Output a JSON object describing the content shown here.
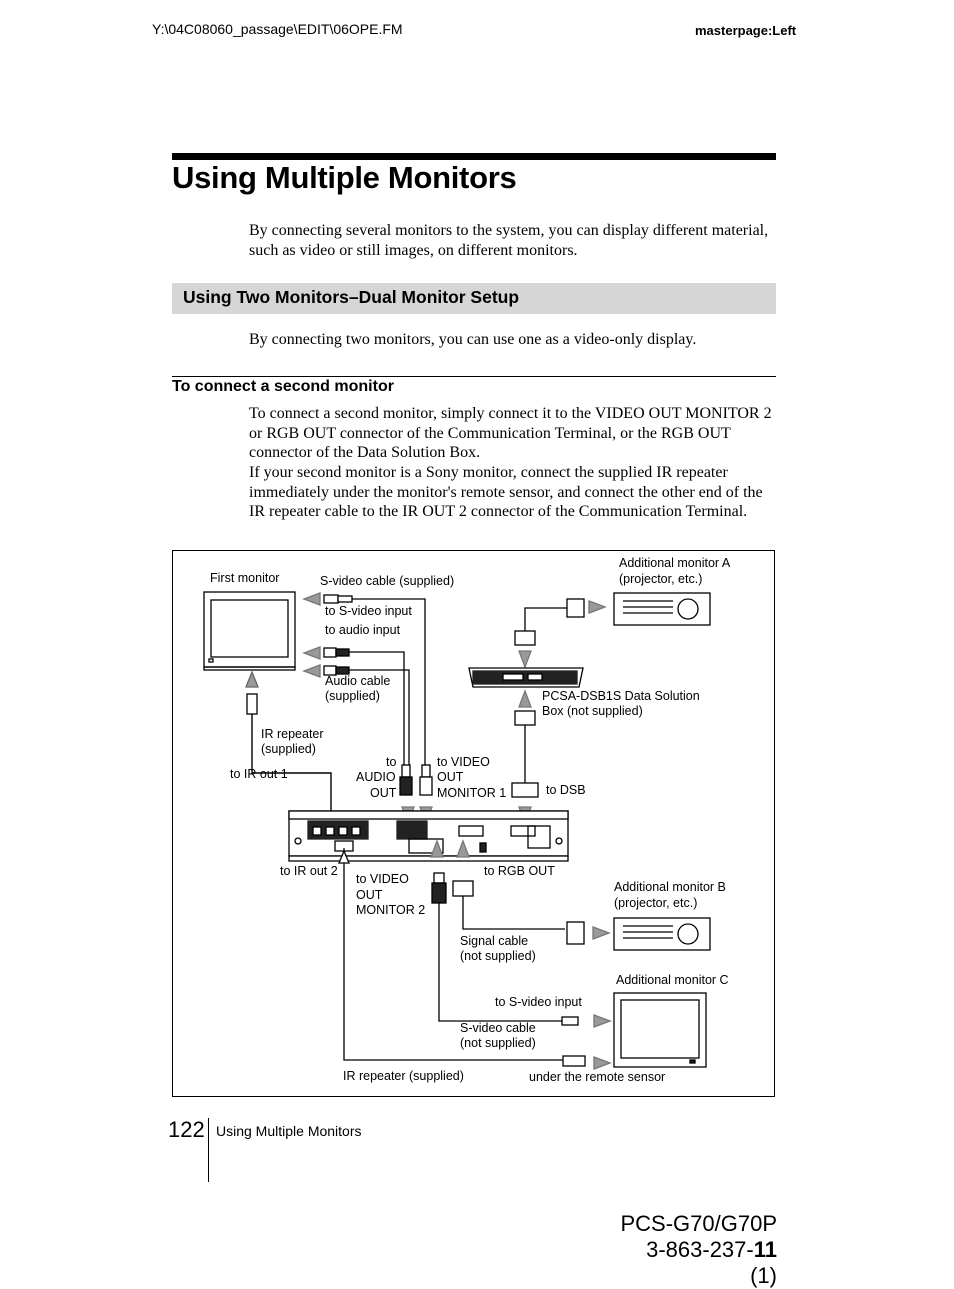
{
  "header": {
    "file_path": "Y:\\04C08060_passage\\EDIT\\06OPE.FM",
    "masterpage": "masterpage:Left"
  },
  "page_title": "Using Multiple Monitors",
  "intro": "By connecting several monitors to the system, you can display different material, such as video or still images, on different monitors.",
  "section": {
    "title": "Using Two Monitors–Dual Monitor Setup",
    "text": "By connecting two monitors, you can use one as a video-only display."
  },
  "subsection": {
    "title": "To connect a second monitor",
    "para1": "To connect a second monitor, simply connect it to the VIDEO OUT MONITOR 2 or RGB OUT connector of the Communication Terminal, or the RGB OUT connector of the Data Solution Box.",
    "para2": "If your second monitor is a Sony monitor, connect the supplied IR repeater immediately under the monitor's remote sensor, and connect the other end of the IR repeater cable to the IR OUT 2 connector of the Communication Terminal."
  },
  "diagram": {
    "labels": {
      "first_monitor": "First monitor",
      "svideo_supplied": "S-video cable (supplied)",
      "to_svideo_input_1": "to S-video input",
      "to_audio_input": "to audio input",
      "audio_cable_1": "Audio cable",
      "audio_cable_2": "(supplied)",
      "ir_repeater_1": "IR repeater",
      "ir_repeater_2": "(supplied)",
      "to_ir_out_1": "to IR out 1",
      "to_audio_out_1": "to",
      "to_audio_out_2": "AUDIO",
      "to_audio_out_3": "OUT",
      "to_video_out1_1": "to VIDEO",
      "to_video_out1_2": "OUT",
      "to_video_out1_3": "MONITOR 1",
      "to_dsb": "to DSB",
      "add_monitor_a_1": "Additional monitor A",
      "add_monitor_a_2": "(projector, etc.)",
      "dsb_1": "PCSA-DSB1S Data Solution",
      "dsb_2": "Box (not supplied)",
      "to_ir_out_2": "to IR out 2",
      "to_video_out2_1": "to VIDEO",
      "to_video_out2_2": "OUT",
      "to_video_out2_3": "MONITOR 2",
      "to_rgb_out": "to RGB OUT",
      "add_monitor_b_1": "Additional monitor B",
      "add_monitor_b_2": "(projector, etc.)",
      "signal_cable_1": "Signal cable",
      "signal_cable_2": "(not supplied)",
      "add_monitor_c": "Additional monitor C",
      "to_svideo_input_2": "to S-video input",
      "svideo_not_supplied_1": "S-video cable",
      "svideo_not_supplied_2": "(not supplied)",
      "ir_repeater_supplied": "IR repeater (supplied)",
      "under_remote_sensor": "under the remote sensor"
    }
  },
  "footer": {
    "page_number": "122",
    "running_title": "Using Multiple Monitors",
    "model_line": "PCS-G70/G70P",
    "part_prefix": "3-863-237-",
    "part_bold": "11",
    "part_suffix": " (1)"
  }
}
